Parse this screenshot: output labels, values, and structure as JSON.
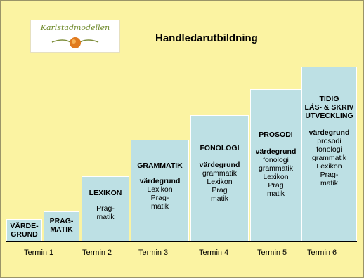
{
  "logo": {
    "text": "Karlstadmodellen"
  },
  "title": "Handledarutbildning",
  "steps": {
    "s1a": {
      "head1": "VÄRDE-",
      "head2": "GRUND"
    },
    "s1b": {
      "head1": "PRAG-",
      "head2": "MATIK"
    },
    "s2": {
      "head": "LEXIKON",
      "l1": "Prag-",
      "l2": "matik"
    },
    "s3": {
      "head": "GRAMMATIK",
      "l0": "värdegrund",
      "l1": "Lexikon",
      "l2": "Prag-",
      "l3": "matik"
    },
    "s4": {
      "head": "FONOLOGI",
      "l0": "värdegrund",
      "l1": "grammatik",
      "l2": "Lexikon",
      "l3": "Prag",
      "l4": "matik"
    },
    "s5": {
      "head": "PROSODI",
      "l0": "värdegrund",
      "l1": "fonologi",
      "l2": "grammatik",
      "l3": "Lexikon",
      "l4": "Prag",
      "l5": "matik"
    },
    "s6": {
      "head1": "TIDIG",
      "head2": "LÄS- & SKRIV",
      "head3": "UTVECKLING",
      "l0": "värdegrund",
      "l1": "prosodi",
      "l2": "fonologi",
      "l3": "grammatik",
      "l4": "Lexikon",
      "l5": "Prag-",
      "l6": "matik"
    }
  },
  "terms": [
    "Termin 1",
    "Termin 2",
    "Termin 3",
    "Termin 4",
    "Termin 5",
    "Termin 6"
  ]
}
